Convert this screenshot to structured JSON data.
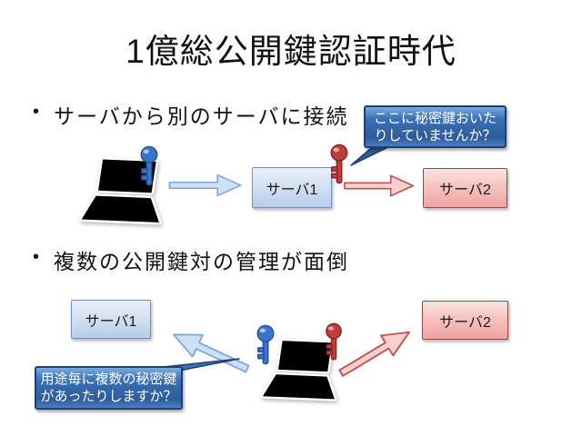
{
  "slide": {
    "title": "1億総公開鍵認証時代",
    "bullets": [
      {
        "marker": "•",
        "text": "サーバから別のサーバに接続"
      },
      {
        "marker": "•",
        "text": "複数の公開鍵対の管理が面倒"
      }
    ],
    "diagram_top": {
      "client": "laptop",
      "client_keys": [
        "blue-key"
      ],
      "server1_label": "サーバ1",
      "server1_key": "red-key",
      "server2_label": "サーバ2",
      "arrow1": "client-to-server1-blue",
      "arrow2": "server1-to-server2-pink",
      "callout": {
        "line1": "ここに秘密鍵おいた",
        "line2": "りしていませんか？"
      }
    },
    "diagram_bottom": {
      "client": "laptop",
      "client_keys": [
        "blue-key",
        "red-key"
      ],
      "server1_label": "サーバ1",
      "server2_label": "サーバ2",
      "arrow1": "client-to-server1-blue",
      "arrow2": "client-to-server2-pink",
      "callout": {
        "line1": "用途毎に複数の秘密鍵",
        "line2": "があったりしますか？"
      }
    },
    "colors": {
      "server_blue_fill": "#d4e1f2",
      "server_blue_border": "#6d8fc4",
      "server_pink_fill": "#f6c3c1",
      "server_pink_border": "#9c4542",
      "callout_fill": "#3a70b5",
      "callout_border": "#1f3f6e",
      "arrow_blue_fill": "#cfdff4",
      "arrow_blue_border": "#85a9d6",
      "arrow_pink_fill": "#f9d0ce",
      "arrow_pink_border": "#c0504d",
      "key_blue": "#3a74c9",
      "key_red": "#c23d39",
      "laptop": "#000000"
    }
  }
}
